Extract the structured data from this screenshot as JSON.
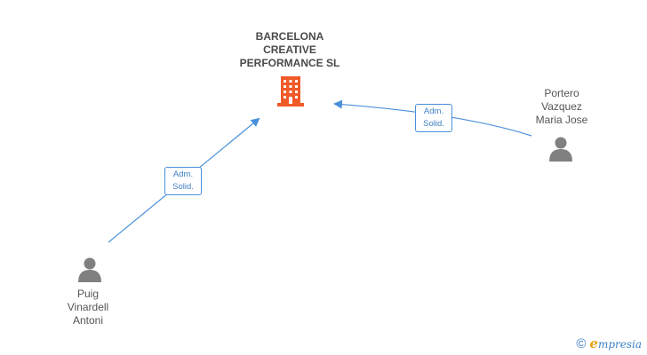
{
  "company": {
    "name_lines": [
      "BARCELONA",
      "CREATIVE",
      "PERFORMANCE SL"
    ],
    "icon": "building-icon",
    "color": "#f05a28"
  },
  "persons": [
    {
      "name_lines": [
        "Portero",
        "Vazquez",
        "Maria Jose"
      ],
      "icon": "person-icon"
    },
    {
      "name_lines": [
        "Puig",
        "Vinardell",
        "Antoni"
      ],
      "icon": "person-icon"
    }
  ],
  "relations": [
    {
      "label_lines": [
        "Adm.",
        "Solid."
      ]
    },
    {
      "label_lines": [
        "Adm.",
        "Solid."
      ]
    }
  ],
  "colors": {
    "edge": "#4a90d9",
    "person": "#808080",
    "label_text": "#3d7fc4"
  },
  "watermark": {
    "copyright": "©",
    "brand_initial": "e",
    "brand_rest": "mpresia"
  }
}
